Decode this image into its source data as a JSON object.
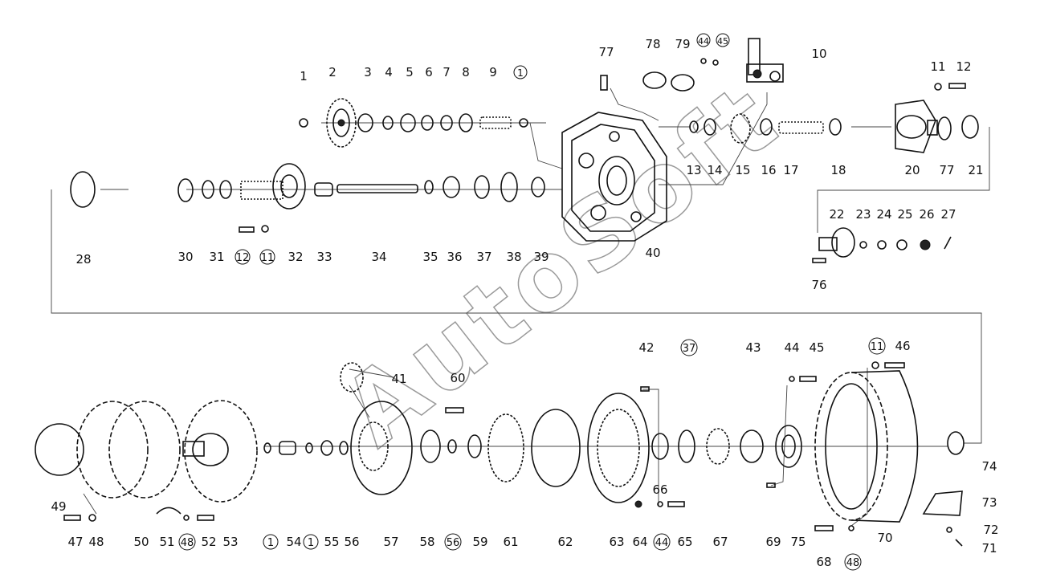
{
  "watermark": "AutoSoft",
  "top_labels": [
    "1",
    "2",
    "3",
    "4",
    "5",
    "6",
    "7",
    "8",
    "9",
    "1",
    "77",
    "78",
    "79",
    "44",
    "45",
    "10",
    "11",
    "12",
    "13",
    "14",
    "15",
    "16",
    "17",
    "18",
    "20",
    "77",
    "21",
    "28",
    "30",
    "31",
    "12",
    "11",
    "32",
    "33",
    "34",
    "35",
    "36",
    "37",
    "38",
    "39",
    "40",
    "22",
    "23",
    "24",
    "25",
    "26",
    "27",
    "76"
  ],
  "bottom_labels": [
    "42",
    "37",
    "43",
    "44",
    "45",
    "11",
    "46",
    "41",
    "60",
    "49",
    "47",
    "48",
    "50",
    "51",
    "48",
    "52",
    "53",
    "1",
    "54",
    "1",
    "55",
    "56",
    "57",
    "58",
    "56",
    "59",
    "61",
    "62",
    "63",
    "64",
    "44",
    "65",
    "66",
    "67",
    "69",
    "75",
    "68",
    "48",
    "70",
    "73",
    "72",
    "71",
    "74"
  ]
}
